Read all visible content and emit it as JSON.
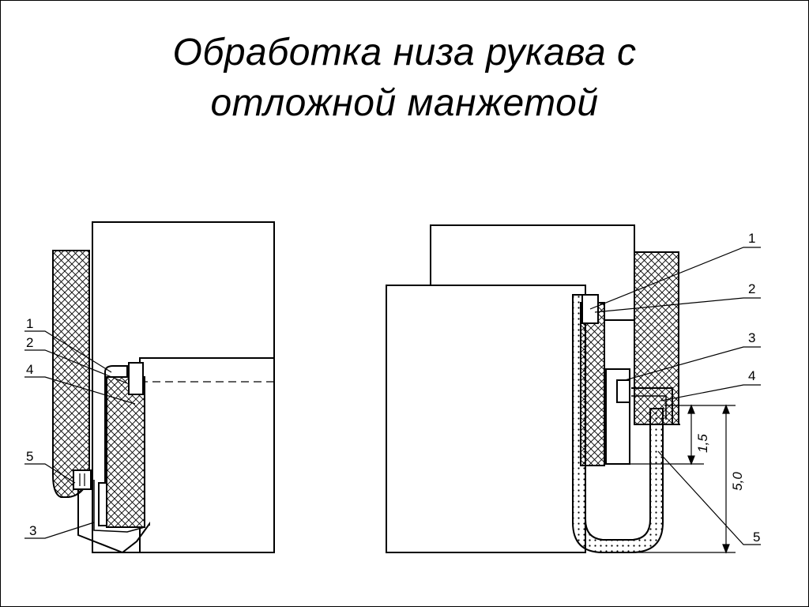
{
  "title": {
    "line1": "Обработка низа рукава с",
    "line2": "отложной манжетой"
  },
  "left_diagram": {
    "callouts": [
      "1",
      "2",
      "4",
      "5",
      "3"
    ]
  },
  "right_diagram": {
    "callouts": [
      "1",
      "2",
      "3",
      "4",
      "5"
    ],
    "dimensions": [
      "1,5",
      "5,0"
    ]
  }
}
